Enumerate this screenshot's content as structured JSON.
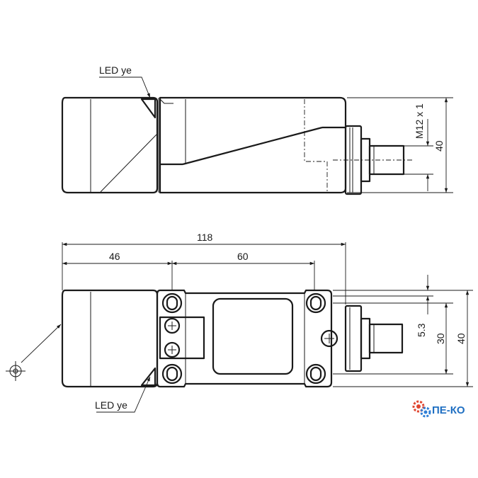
{
  "labels": {
    "led_top": "LED ye",
    "led_bottom": "LED ye",
    "thread": "M12 x 1"
  },
  "dimensions": {
    "height_top": "40",
    "total_length": "118",
    "head_length": "46",
    "hole_spacing": "60",
    "offset": "5.3",
    "mount_height": "30",
    "height_bottom": "40"
  },
  "logo": {
    "text": "ПЕ-КО",
    "colors": {
      "text": "#1f6fc2",
      "gear_red": "#e0452f",
      "gear_blue": "#2f7fd6"
    }
  }
}
